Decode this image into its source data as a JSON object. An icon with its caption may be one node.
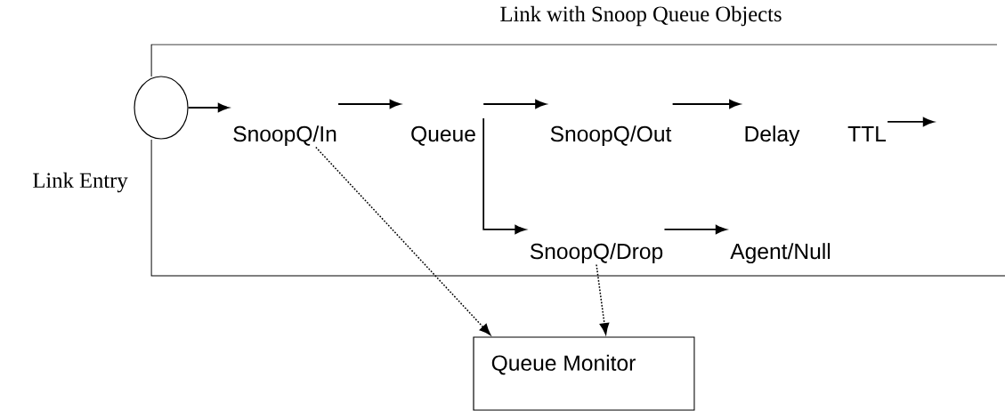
{
  "diagram": {
    "nodes": [
      {
        "text": [
          "Link with Snoop Queue Objects"
        ]
      },
      {
        "text": [],
        "shape": "circle",
        "beside": [
          "Link Entry"
        ]
      },
      {
        "text": [
          "SnoopQ/In"
        ],
        "in": 0
      },
      {
        "text": [
          "Queue"
        ],
        "in": 0
      },
      {
        "text": [
          "SnoopQ/Out"
        ],
        "in": 0
      },
      {
        "text": [
          "Delay"
        ],
        "in": 0
      },
      {
        "text": [
          "TTL"
        ],
        "in": 0
      },
      {
        "text": [
          "SnoopQ/Drop"
        ],
        "in": 0
      },
      {
        "text": [
          "Agent/Null"
        ],
        "in": 0
      },
      {
        "text": [
          "Queue Monitor"
        ]
      }
    ],
    "edges": [
      {
        "from": 1,
        "to": 2,
        "arrow": "to"
      },
      {
        "from": 2,
        "to": 3,
        "arrow": "to"
      },
      {
        "from": 3,
        "to": 4,
        "arrow": "to"
      },
      {
        "from": 3,
        "to": 7,
        "arrow": "to"
      },
      {
        "from": 4,
        "to": 5,
        "arrow": "to"
      },
      {
        "from": 6,
        "to": null,
        "arrow": "to"
      },
      {
        "from": 7,
        "to": 8,
        "arrow": "to"
      },
      {
        "from": 2,
        "to": 9,
        "arrow": "to",
        "style": "dashed"
      },
      {
        "from": 7,
        "to": 9,
        "arrow": "to",
        "style": "dashed"
      }
    ]
  }
}
